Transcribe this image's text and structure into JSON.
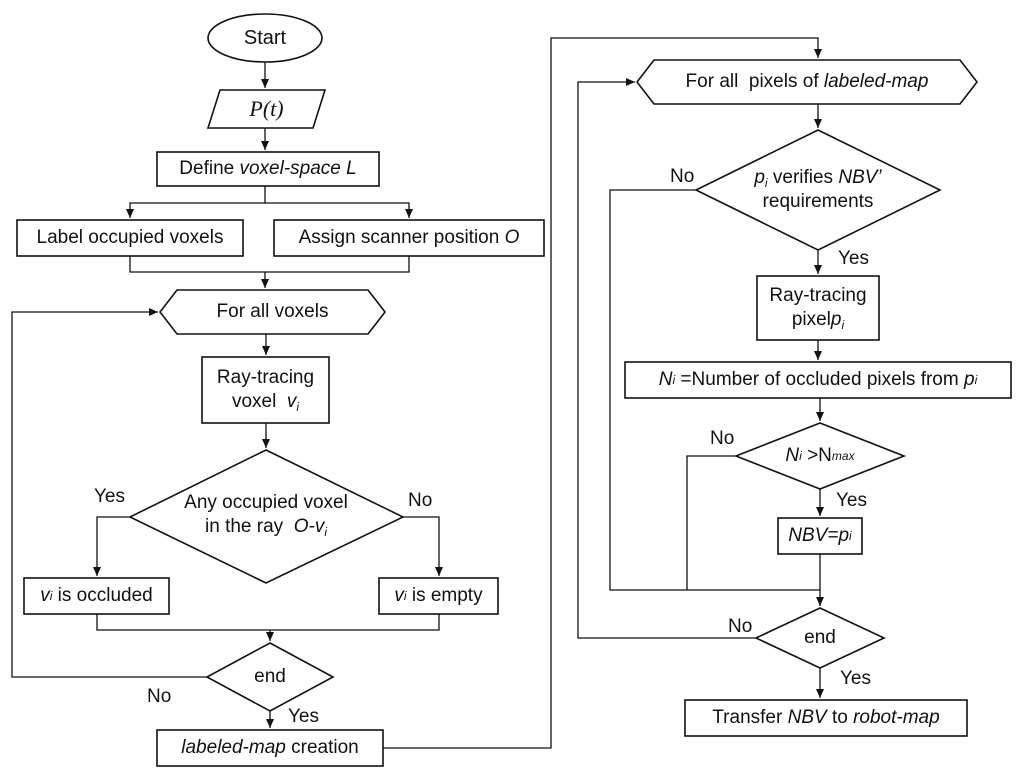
{
  "left": {
    "start": "Start",
    "input": "P(t)",
    "define_prefix": "Define ",
    "define_term": "voxel-space L",
    "label_occupied": "Label occupied voxels",
    "assign_prefix": "Assign scanner position ",
    "assign_term": "O",
    "loop": "For all voxels",
    "raytrace_line1": "Ray-tracing",
    "raytrace_line2": "voxel ",
    "raytrace_var": "v",
    "raytrace_sub": "i",
    "decision_line1": "Any occupied voxel",
    "decision_line2": "in the ray ",
    "decision_var": "O-v",
    "decision_sub": "i",
    "occluded_var": "v",
    "occluded_sub": "i",
    "occluded_text": " is occluded",
    "empty_var": "v",
    "empty_sub": "i",
    "empty_text": " is empty",
    "end": "end",
    "map_term": "labeled-map",
    "map_suffix": " creation",
    "yes": "Yes",
    "no": "No"
  },
  "right": {
    "loop_prefix": "For all  pixels of ",
    "loop_term": "labeled-map",
    "verify_var": "p",
    "verify_sub": "i",
    "verify_text": " verifies ",
    "verify_term": "NBV’",
    "verify_line2": "requirements",
    "raytrace_line1": "Ray-tracing",
    "raytrace_line2": "pixel",
    "raytrace_var": "p",
    "raytrace_sub": "i",
    "count_var": "N",
    "count_sub": "i",
    "count_text": " =Number of occluded pixels from ",
    "count_var2": "p",
    "count_sub2": "i",
    "cmp_var": "N",
    "cmp_sub": "i",
    "cmp_op": " >N",
    "cmp_sub2": "max",
    "nbv_term": "NBV=p",
    "nbv_sub": "i",
    "end": "end",
    "transfer_prefix": "Transfer ",
    "transfer_term1": "NBV",
    "transfer_mid": " to ",
    "transfer_term2": "robot-map",
    "yes": "Yes",
    "no": "No"
  }
}
